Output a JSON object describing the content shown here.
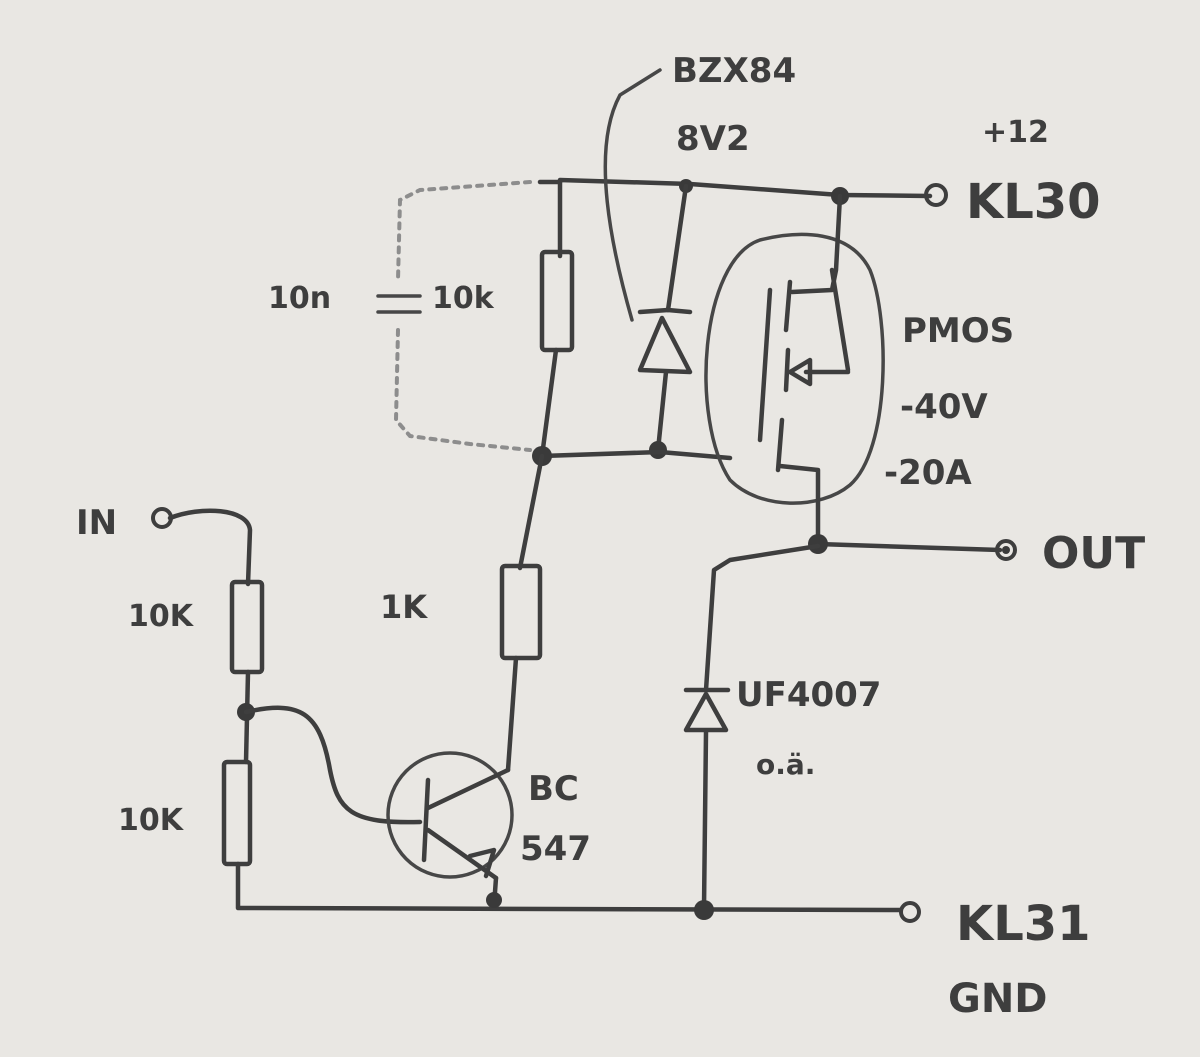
{
  "labels": {
    "zener_part": "BZX84",
    "zener_voltage": "8V2",
    "supply": "+12",
    "kl30": "KL30",
    "cap": "10n",
    "r_gate": "10k",
    "pmos": "PMOS",
    "pmos_voltage": "-40V",
    "pmos_current": "-20A",
    "input": "IN",
    "r_in_top": "10K",
    "r_in_bottom": "10K",
    "r_1k": "1K",
    "output": "OUT",
    "diode_part": "UF4007",
    "diode_note": "o.ä.",
    "transistor_part1": "BC",
    "transistor_part2": "547",
    "kl31": "KL31",
    "gnd": "GND"
  },
  "colors": {
    "paper": "#e9e7e3",
    "pencil": "#3e3e3e",
    "dashed_pencil": "#8d8d8d"
  }
}
